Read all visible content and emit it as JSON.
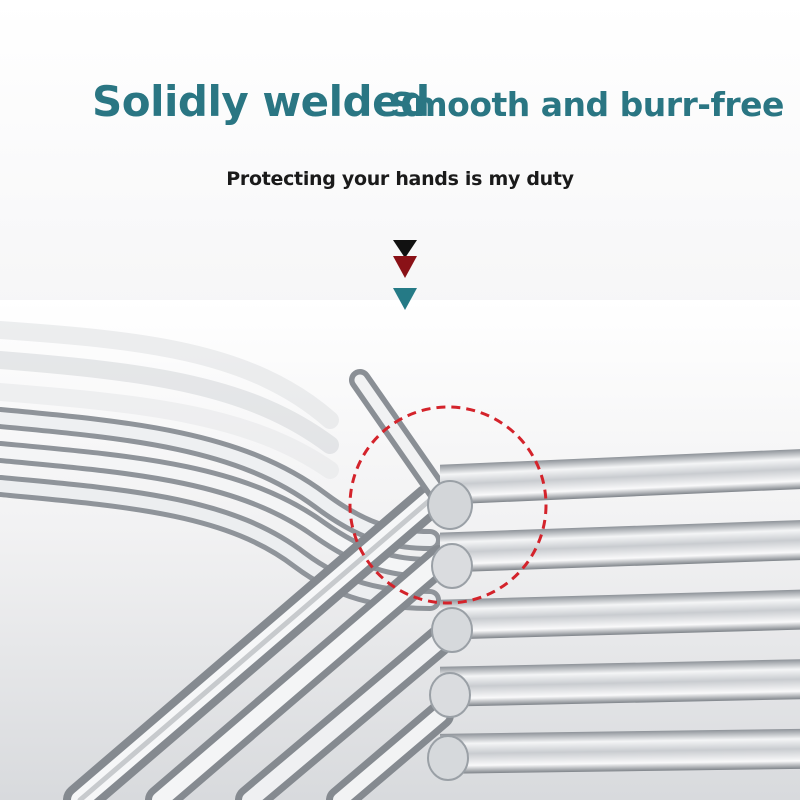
{
  "headline": {
    "left": "Solidly welded",
    "right": "Smooth and burr-free"
  },
  "subline": "Protecting your hands is my duty",
  "colors": {
    "headline": "#2a7683",
    "subline": "#1a1a1a",
    "arrow_1": "#111111",
    "arrow_2": "#8a1117",
    "arrow_3": "#257a86",
    "highlight_circle": "#d4232b",
    "steel_light": "#f2f3f4",
    "steel_mid": "#c9ccd0",
    "steel_dark": "#8e9399"
  },
  "icons": {
    "arrow_1": "triangle-down-icon",
    "arrow_2": "triangle-down-icon",
    "arrow_3": "triangle-down-icon",
    "highlight": "dashed-circle-highlight"
  }
}
